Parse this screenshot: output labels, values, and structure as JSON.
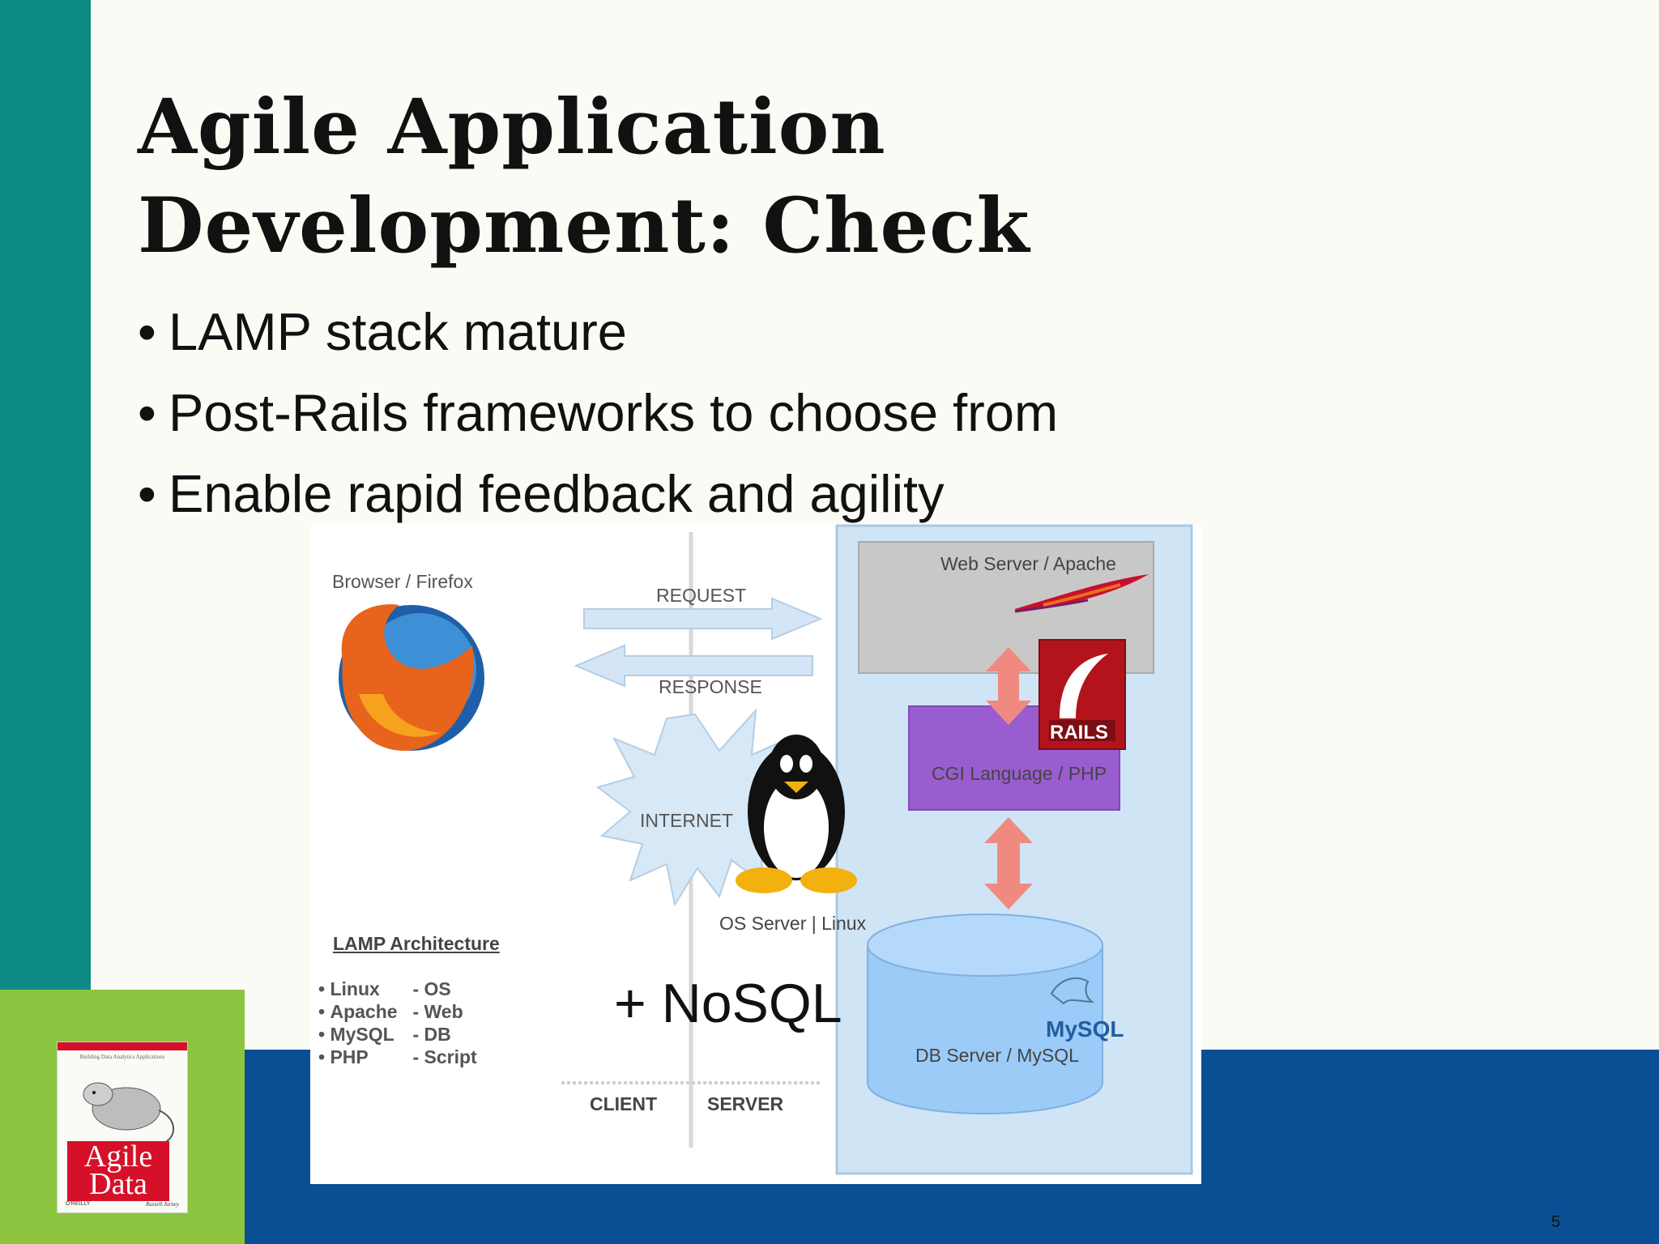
{
  "slide": {
    "title_line1": "Agile Application",
    "title_line2": "Development: Check",
    "bullets": [
      "LAMP stack mature",
      "Post-Rails frameworks to choose from",
      "Enable rapid feedback and agility"
    ],
    "addendum": "+ NoSQL",
    "page_number": "5",
    "colors": {
      "teal": "#0e8a85",
      "green": "#8cc43f",
      "blue": "#0a4f93",
      "book_red": "#d7102a"
    }
  },
  "diagram": {
    "browser_label": "Browser / Firefox",
    "request_label": "REQUEST",
    "response_label": "RESPONSE",
    "internet_label": "INTERNET",
    "os_label": "OS Server | Linux",
    "web_server_label": "Web Server / Apache",
    "cgi_label": "CGI Language / PHP",
    "db_label": "DB Server / MySQL",
    "mysql_logo": "MySQL",
    "rails_logo": "RAILS",
    "client_label": "CLIENT",
    "server_label": "SERVER",
    "lamp_heading": "LAMP Architecture",
    "lamp_items": [
      {
        "name": "Linux",
        "role": "- OS"
      },
      {
        "name": "Apache",
        "role": "- Web"
      },
      {
        "name": "MySQL",
        "role": "- DB"
      },
      {
        "name": "PHP",
        "role": "- Script"
      }
    ],
    "icons": [
      "firefox-logo-icon",
      "apache-feather-icon",
      "rails-logo-icon",
      "tux-penguin-icon",
      "mysql-dolphin-icon"
    ]
  },
  "book": {
    "subtitle": "Building Data Analytics Applications",
    "title": "Agile Data",
    "publisher": "O'REILLY",
    "author": "Russell Jurney"
  }
}
